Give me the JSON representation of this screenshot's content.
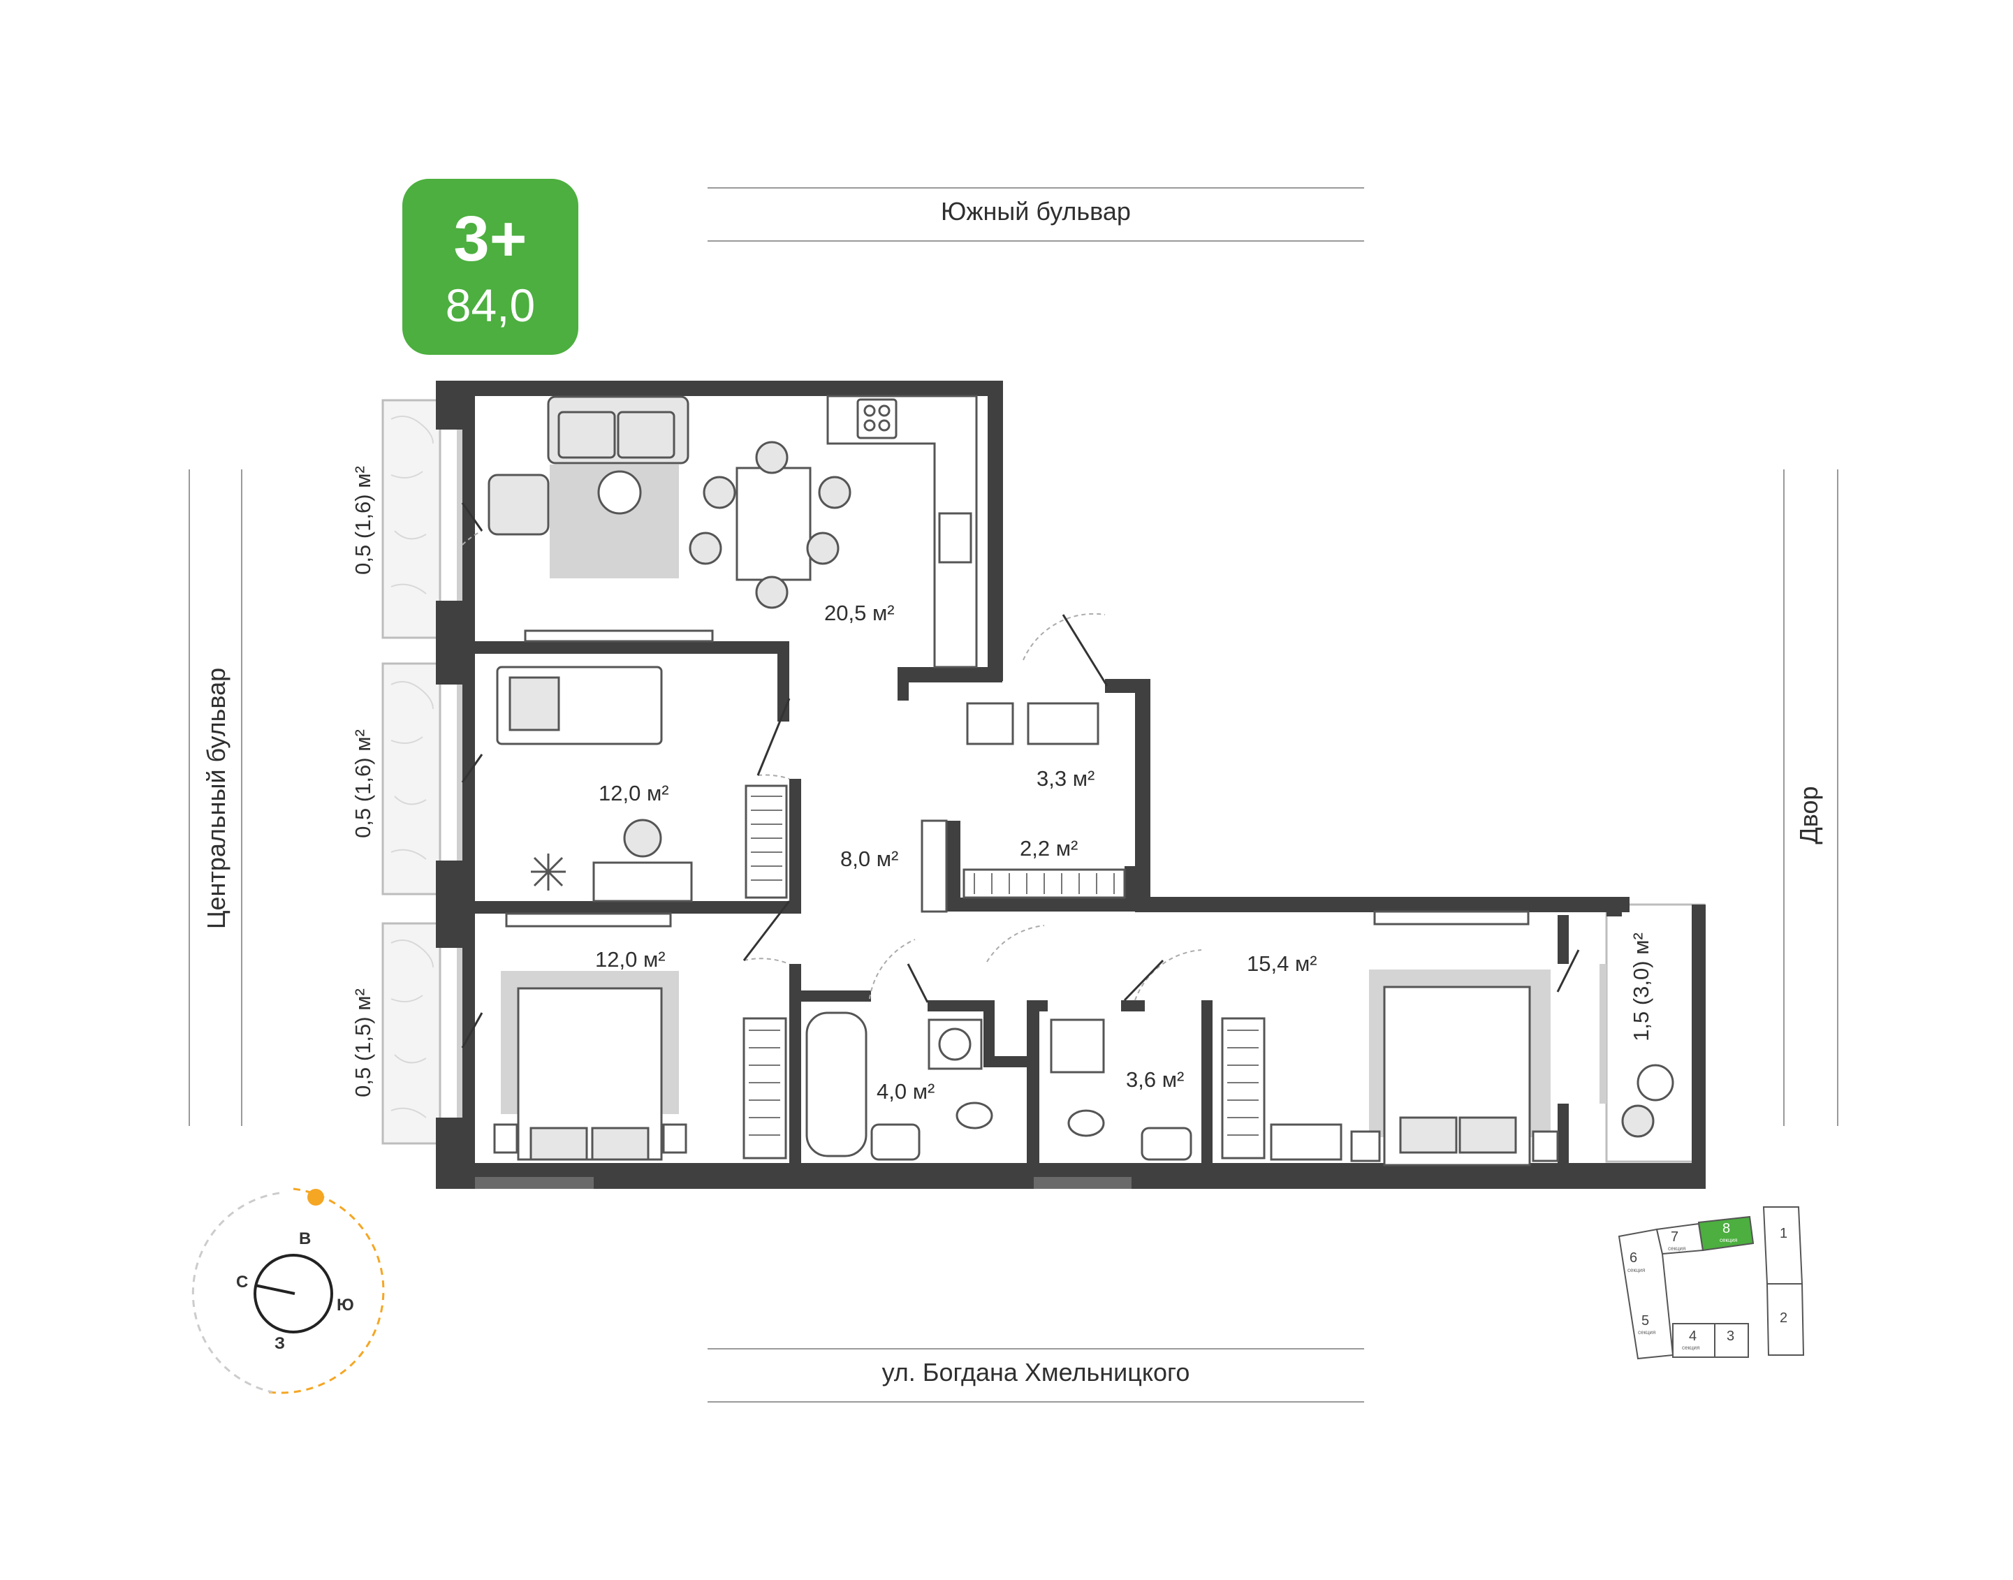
{
  "badge": {
    "rooms": "3+",
    "area": "84,0",
    "color": "#4caf3f"
  },
  "streets": {
    "top": "Южный бульвар",
    "bottom": "ул. Богдана Хмельницкого",
    "left": "Центральный бульвар",
    "right": "Двор"
  },
  "rooms": {
    "kitchen_living": "20,5 м²",
    "bedroom_1": "12,0 м²",
    "hall": "8,0 м²",
    "entrance": "3,3 м²",
    "storage": "2,2 м²",
    "bedroom_2": "12,0 м²",
    "bathroom_1": "4,0 м²",
    "bathroom_2": "3,6 м²",
    "bedroom_3": "15,4 м²"
  },
  "balconies": {
    "left_top": "0,5 (1,6) м²",
    "left_middle": "0,5 (1,6) м²",
    "left_bottom": "0,5 (1,5) м²",
    "right": "1,5 (3,0) м²"
  },
  "compass": {
    "north": "С",
    "east": "В",
    "south": "Ю",
    "west": "З",
    "sun_color": "#f5a623"
  },
  "sections": {
    "sub": "секция",
    "items": [
      "1",
      "2",
      "3",
      "4",
      "5",
      "6",
      "7",
      "8"
    ],
    "active": "8",
    "active_color": "#4caf3f"
  }
}
